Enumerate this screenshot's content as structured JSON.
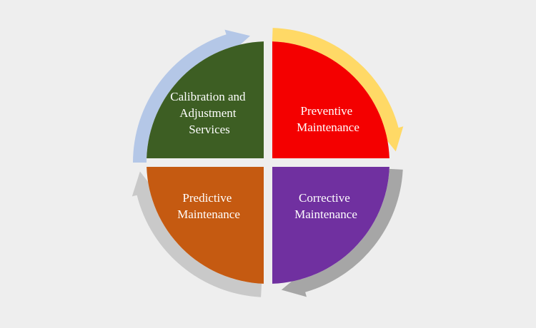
{
  "diagram": {
    "background_color": "#eeeeee",
    "quadrants": [
      {
        "id": "calibration",
        "position": "top-left",
        "label_lines": [
          "Calibration and",
          "Adjustment",
          "Services"
        ],
        "color": "#3d5e23"
      },
      {
        "id": "preventive",
        "position": "top-right",
        "label_lines": [
          "Preventive",
          "Maintenance"
        ],
        "color": "#f40000"
      },
      {
        "id": "corrective",
        "position": "bottom-right",
        "label_lines": [
          "Corrective",
          "Maintenance"
        ],
        "color": "#7030a0"
      },
      {
        "id": "predictive",
        "position": "bottom-left",
        "label_lines": [
          "Predictive",
          "Maintenance"
        ],
        "color": "#c55a11"
      }
    ],
    "arrows": [
      {
        "id": "arrow-top-left",
        "color": "#b4c7e7",
        "direction": "clockwise"
      },
      {
        "id": "arrow-top-right",
        "color": "#ffd966",
        "direction": "clockwise"
      },
      {
        "id": "arrow-bottom-right",
        "color": "#a6a6a6",
        "direction": "clockwise"
      },
      {
        "id": "arrow-bottom-left",
        "color": "#c9c9c9",
        "direction": "clockwise"
      }
    ]
  }
}
